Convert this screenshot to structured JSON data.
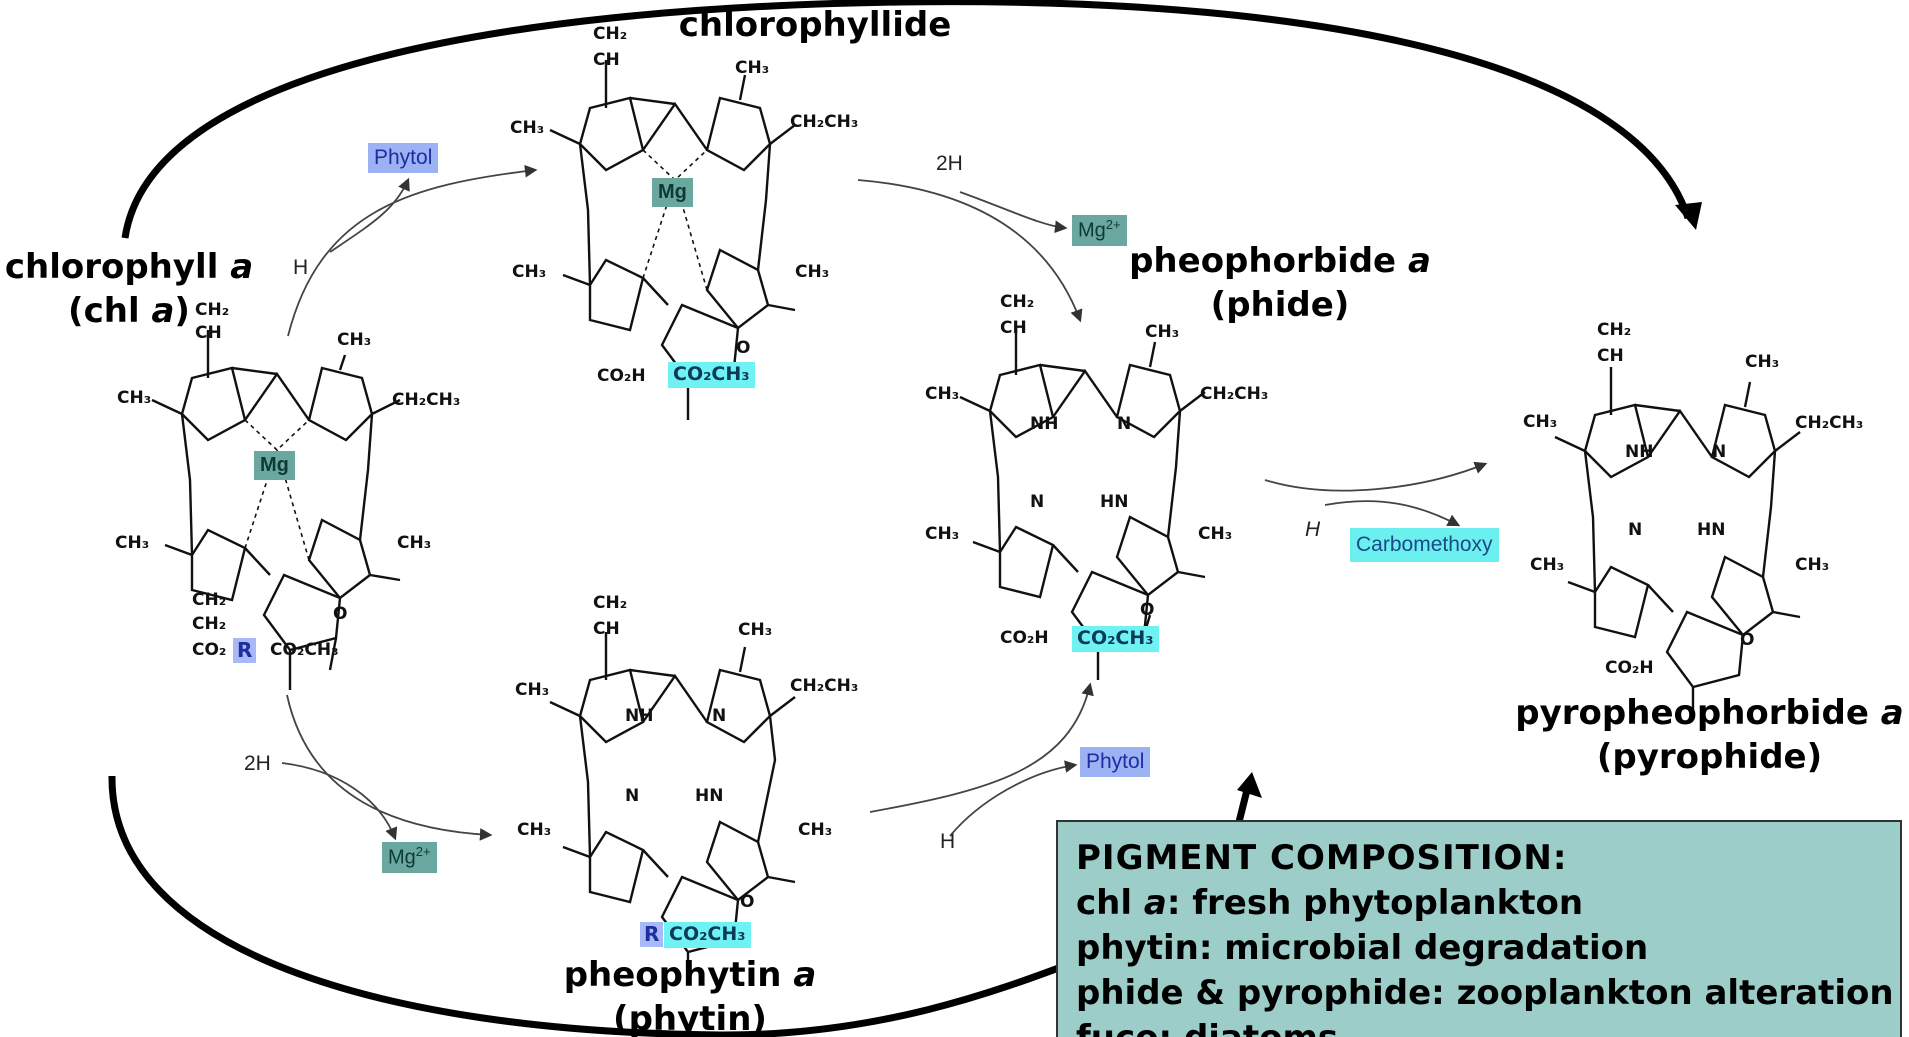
{
  "compounds": {
    "chla": {
      "name": "chlorophyll ",
      "letter": "a",
      "abbr_open": "(chl ",
      "abbr_letter": "a",
      "abbr_close": ")"
    },
    "chlide": {
      "name": "chlorophyllide"
    },
    "phide": {
      "name": "pheophorbide ",
      "letter": "a",
      "abbr": "(phide)"
    },
    "phytin": {
      "name": "pheophytin ",
      "letter": "a",
      "abbr": "(phytin)"
    },
    "pyrophide": {
      "name": "pyropheophorbide ",
      "letter": "a",
      "abbr": "(pyrophide)"
    }
  },
  "reaction_tags": {
    "phytol_top": "Phytol",
    "phytol_bottom": "Phytol",
    "mg_top": "Mg2+",
    "mg_bottom": "Mg2+",
    "carbomethoxy": "Carbomethoxy",
    "h_top_left": "H",
    "h_bottom_mid": "H",
    "h_right": "H",
    "twoh_top": "2H",
    "twoh_bottom": "2H"
  },
  "groups": {
    "co2ch3": "CO₂CH₃",
    "co2": "CO₂",
    "r": "R",
    "co2h": "CO₂H",
    "mg": "Mg",
    "ch3": "CH₃",
    "ch2": "CH₂",
    "ch": "CH",
    "ch2ch3": "CH₂CH₃",
    "h": "H",
    "n": "N",
    "nh": "NH",
    "hn": "HN",
    "o": "O"
  },
  "pigment_box": {
    "title": "PIGMENT COMPOSITION:",
    "rows": [
      {
        "pre": "chl ",
        "ital": "a",
        "post": ": fresh phytoplankton"
      },
      {
        "pre": "phytin: microbial degradation",
        "ital": "",
        "post": ""
      },
      {
        "pre": "phide & pyrophide: zooplankton alteration",
        "ital": "",
        "post": ""
      },
      {
        "pre": "fuco: diatoms",
        "ital": "",
        "post": ""
      }
    ]
  },
  "colors": {
    "phytol_bg": "#9db1f5",
    "mg_bg": "#6aa79f",
    "co2ch3_bg": "#6ff2f2",
    "carbomethoxy_bg": "#6cefef",
    "pigment_box_bg": "#9ccdc8"
  }
}
